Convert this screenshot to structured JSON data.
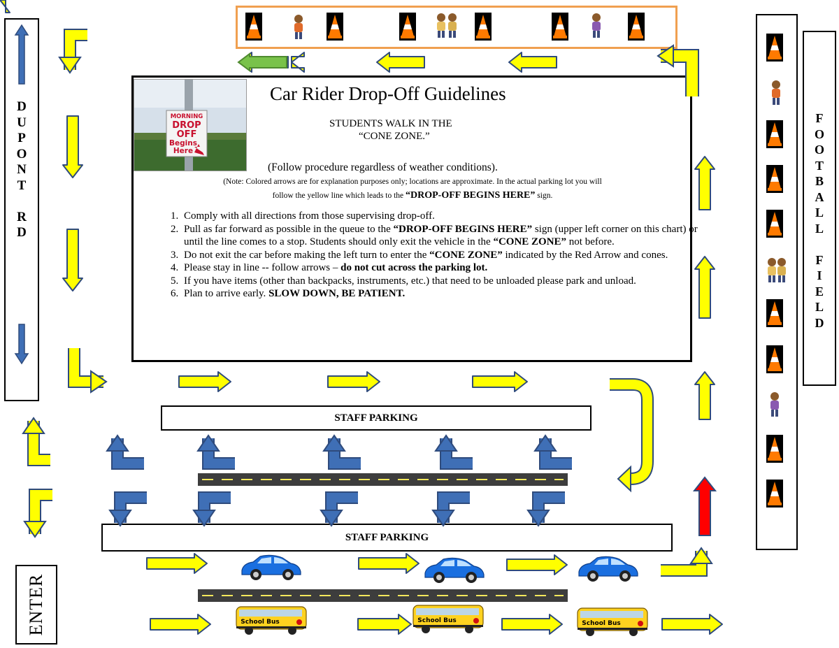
{
  "road_label_left": [
    "D",
    "U",
    "P",
    "O",
    "N",
    "T",
    "",
    "R",
    "D"
  ],
  "field_label": [
    "F",
    "O",
    "O",
    "T",
    "B",
    "A",
    "L",
    "L",
    "",
    "F",
    "I",
    "E",
    "L",
    "D"
  ],
  "enter_label": "ENTER",
  "guidelines": {
    "title": "Car Rider Drop-Off Guidelines",
    "cone_zone_line1": "STUDENTS WALK IN THE",
    "cone_zone_line2": "“CONE ZONE.”",
    "weather_note": "(Follow procedure regardless of weather conditions).",
    "explanation_note": "(Note: Colored arrows are for explanation purposes only; locations are approximate.  In the actual parking lot you will",
    "explanation_note_2": "follow the yellow line which leads to the",
    "explanation_note_sign": "“DROP-OFF BEGINS HERE”",
    "explanation_note_end": "sign.",
    "photo_sign": [
      "MORNING",
      "DROP",
      "OFF",
      "Begins",
      "Here"
    ],
    "steps": [
      "Comply with all directions from those supervising drop-off.",
      "Pull as far forward as possible in the queue to the “DROP-OFF BEGINS HERE” sign (upper left corner on this chart) or until the line comes to a stop. Students should only exit the vehicle in the “CONE ZONE” not before.",
      "Do not exit the car before making the left turn to enter the “CONE ZONE” indicated by the Red Arrow and cones.",
      "Please stay in line -- follow arrows – do not cut across the parking lot.",
      "If you have items (other than backpacks, instruments, etc.) that need to be unloaded please park and unload.",
      "Plan to arrive early.    SLOW DOWN, BE PATIENT."
    ]
  },
  "staff_parking_label": "STAFF PARKING",
  "school_bus_label": "School Bus",
  "colors": {
    "yellow_arrow": "#ffff00",
    "blue_arrow": "#3f6fb6",
    "arrow_outline": "#2f4b7c",
    "green_arrow": "#79c24a",
    "red_arrow": "#ff0000",
    "cone_zone_border": "#f0a050",
    "cone": "#ff7a00",
    "car": "#1a6fe0",
    "bus": "#ffd21f"
  }
}
